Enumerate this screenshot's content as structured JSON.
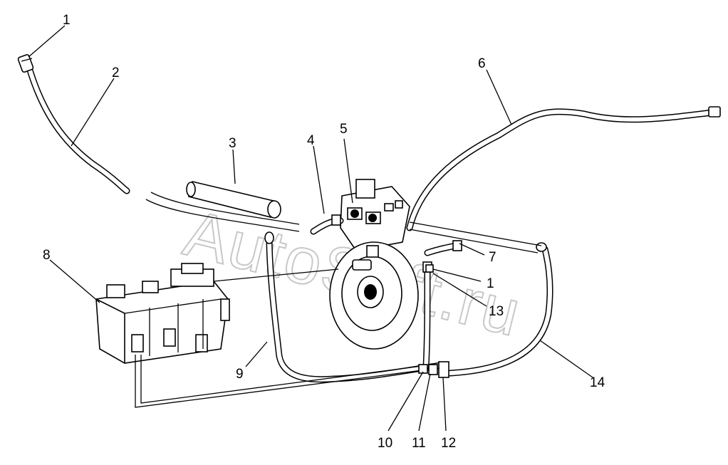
{
  "watermark": "AutoSoft.ru",
  "callouts": {
    "c1_top": "1",
    "c2": "2",
    "c3": "3",
    "c4": "4",
    "c5": "5",
    "c6": "6",
    "c7": "7",
    "c1_right": "1",
    "c13": "13",
    "c8": "8",
    "c9": "9",
    "c14": "14",
    "c10": "10",
    "c11": "11",
    "c12": "12"
  }
}
